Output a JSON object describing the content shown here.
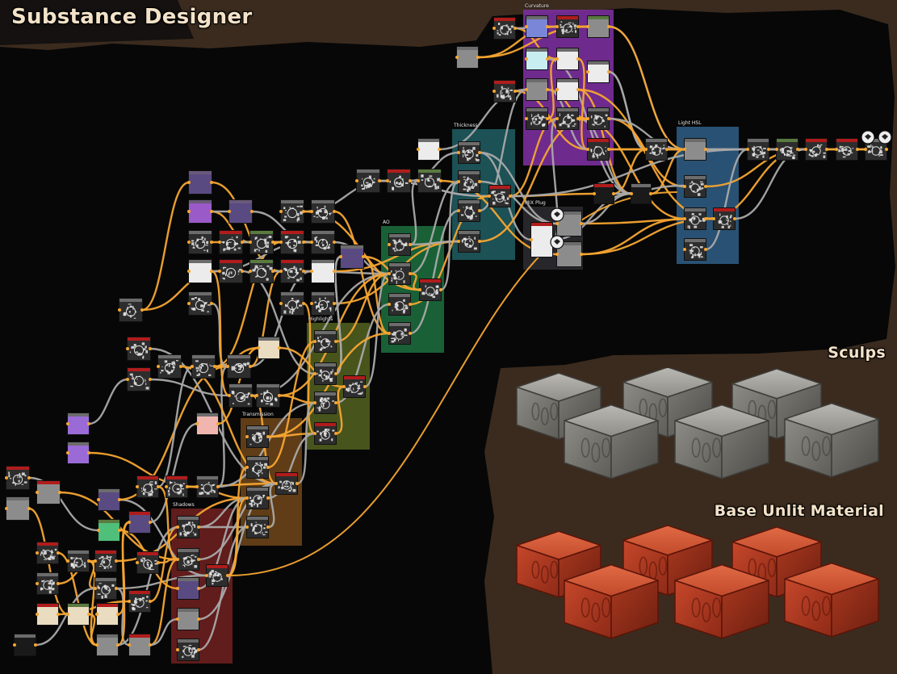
{
  "titles": {
    "app": "Substance Designer",
    "sculpts": "Sculps",
    "base_material": "Base Unlit Material"
  },
  "frames": [
    {
      "id": "curvature",
      "label": "Curvature",
      "color": "#7b2f9c"
    },
    {
      "id": "thickness",
      "label": "Thickness",
      "color": "#1f5a5e"
    },
    {
      "id": "light",
      "label": "Light HSL",
      "color": "#2d5a80"
    },
    {
      "id": "mix",
      "label": "MIX Plug",
      "color": "#2b2b30"
    },
    {
      "id": "ao",
      "label": "AO",
      "color": "#1c6a3c"
    },
    {
      "id": "highlights",
      "label": "Highlights",
      "color": "#4f5d1e"
    },
    {
      "id": "transmission",
      "label": "Transmission",
      "color": "#6a4418"
    },
    {
      "id": "shadows",
      "label": "Shadows",
      "color": "#6b1f1f"
    }
  ],
  "colors": {
    "background": "#3b2b1e",
    "graph_bg": "#070707",
    "wire_orange": "#f5a531",
    "wire_gray": "#a9a9a9",
    "node_header_red": "#b01c1c",
    "node_header_green": "#5a7a40",
    "node_header_gray": "#6c6c6c",
    "heading_text": "#f3e2c8",
    "sculpt_gray": "#8a8a84",
    "base_red": "#c0452a"
  }
}
